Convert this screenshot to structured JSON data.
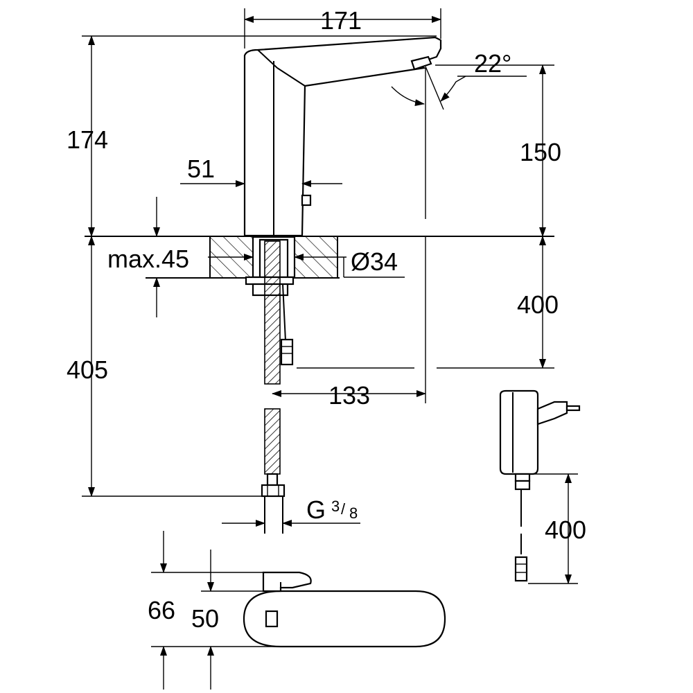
{
  "dimensions": {
    "spout_reach_total": "171",
    "spout_angle": "22°",
    "height_total": "174",
    "height_outlet": "150",
    "body_width": "51",
    "deck_thickness": "max.45",
    "hole_diameter": "Ø34",
    "hose_length_cable": "400",
    "hose_length_total": "405",
    "projection": "133",
    "connection_thread_letter": "G",
    "connection_thread_num": "3",
    "connection_thread_den": "8",
    "adapter_cable_length": "400",
    "top_view_length": "66",
    "top_view_width": "50"
  }
}
